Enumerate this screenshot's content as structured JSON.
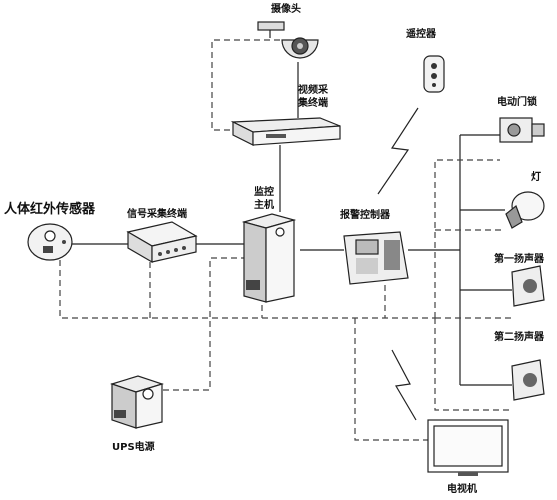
{
  "labels": {
    "camera": "摄像头",
    "remote": "遥控器",
    "video_terminal_line1": "视频采",
    "video_terminal_line2": "集终端",
    "motorized_door": "电动门锁",
    "pir_sensor": "人体红外传感器",
    "signal_terminal": "信号采集终端",
    "host_line1": "监控",
    "host_line2": "主机",
    "alarm_controller": "报警控制器",
    "lamp": "灯",
    "speaker_1": "第一扬声器",
    "speaker_2": "第二扬声器",
    "ups": "UPS电源",
    "tv": "电视机"
  },
  "colors": {
    "line": "#222222",
    "device_fill": "#f2f2f2",
    "device_dark": "#555555"
  }
}
